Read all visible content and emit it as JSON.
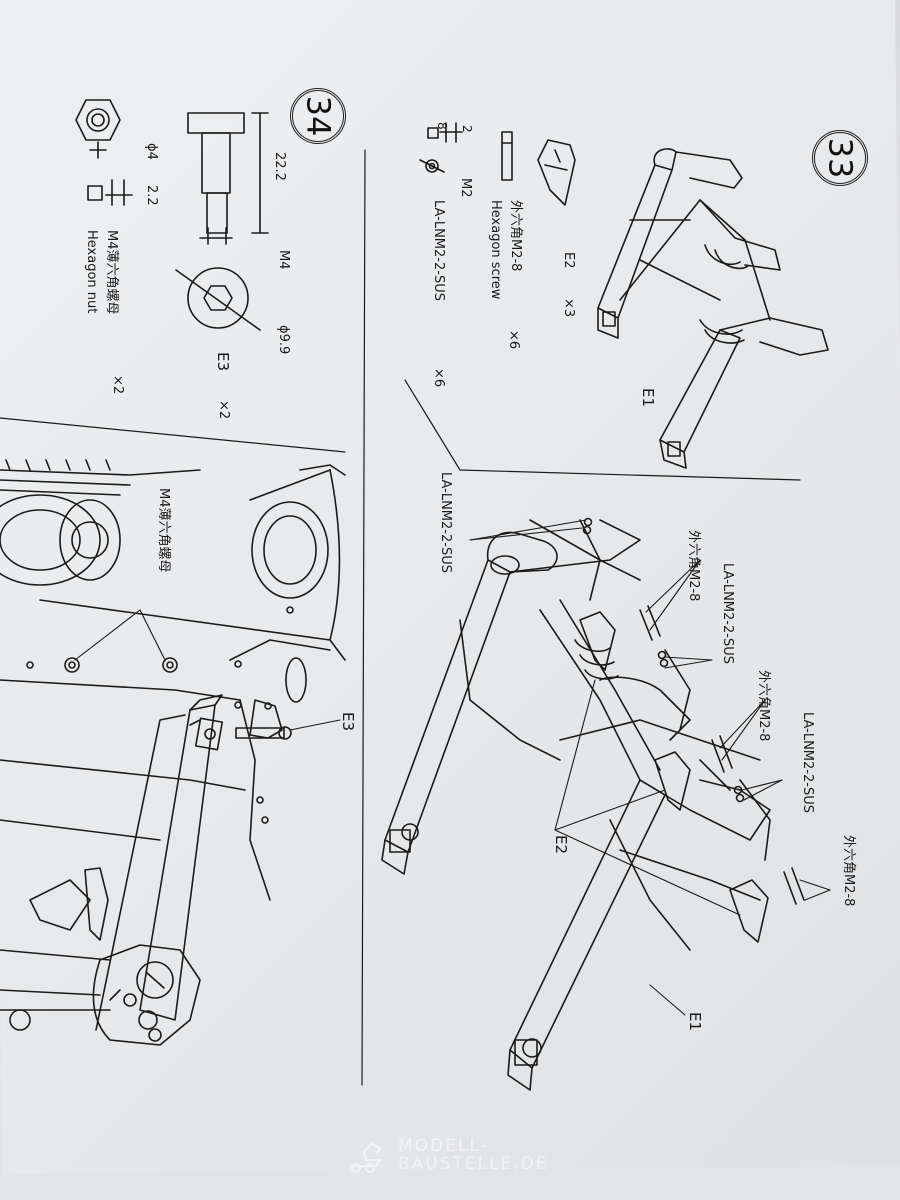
{
  "steps": [
    {
      "number": "33",
      "parts": [
        {
          "label": "E1"
        },
        {
          "label": "E2",
          "qty": "×3"
        },
        {
          "name_cn": "外六角M2-8",
          "name_en": "Hexagon screw",
          "qty": "×6",
          "dim_a": "2",
          "dim_b": "8"
        },
        {
          "code": "LA-LNM2-2-SUS",
          "qty": "×6",
          "dim": "M2"
        }
      ],
      "callouts": {
        "lanm_1": "LA-LNM2-2-SUS",
        "screw_1": "外六角M2-8",
        "lanm_2": "LA-LNM2-2-SUS",
        "screw_2": "外六角M2-8",
        "lanm_3": "LA-LNM2-2-SUS",
        "screw_3": "外六角M2-8",
        "e2": "E2",
        "e1": "E1"
      }
    },
    {
      "number": "34",
      "parts": [
        {
          "label": "E3",
          "qty": "×2",
          "dim_len": "22.2",
          "dim_thread": "M4",
          "dim_dia": "ϕ9.9"
        },
        {
          "name_cn": "M4薄六角螺母",
          "name_en": "Hexagon nut",
          "qty": "×2",
          "dim_dia": "ϕ4",
          "dim_thk": "2.2"
        }
      ],
      "callouts": {
        "nut": "M4薄六角螺母",
        "e3": "E3"
      }
    }
  ],
  "watermark": {
    "line1": "MODELL-",
    "line2": "BAUSTELLE.DE"
  }
}
